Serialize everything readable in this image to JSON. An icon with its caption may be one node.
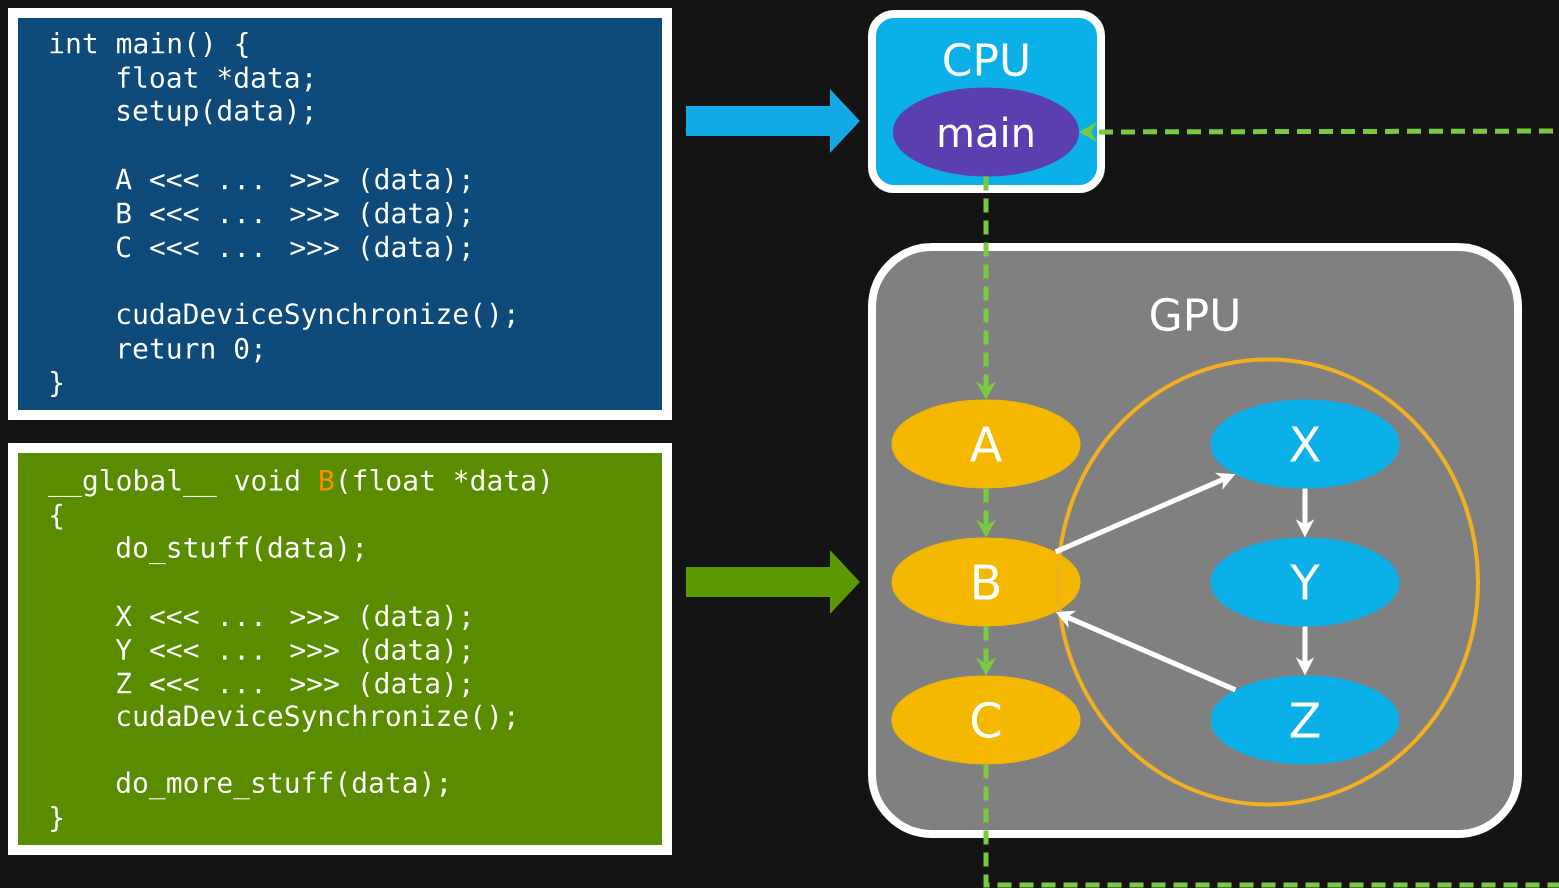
{
  "diagram": {
    "nodes": [
      {
        "text": [
          "int main() {",
          "float *data;",
          "setup(data);",
          "A <<< ... >>> (data);",
          "B <<< ... >>> (data);",
          "C <<< ... >>> (data);",
          "cudaDeviceSynchronize();",
          "return 0;",
          "}"
        ]
      },
      {
        "text": [
          "__global__ void",
          "B",
          "(float *data)",
          "{",
          "do_stuff(data);",
          "X <<< ... >>> (data);",
          "Y <<< ... >>> (data);",
          "Z <<< ... >>> (data);",
          "cudaDeviceSynchronize();",
          "do_more_stuff(data);",
          "}"
        ]
      },
      {
        "text": [
          "CPU"
        ]
      },
      {
        "text": [
          "main"
        ],
        "in": 2
      },
      {
        "text": [
          "GPU"
        ]
      },
      {
        "text": [
          "A"
        ],
        "in": 4
      },
      {
        "text": [
          "B"
        ],
        "in": 4
      },
      {
        "text": [
          "C"
        ],
        "in": 4
      },
      {
        "text": [],
        "shape": "circle",
        "in": 4
      },
      {
        "text": [
          "X"
        ],
        "in": 8
      },
      {
        "text": [
          "Y"
        ],
        "in": 8
      },
      {
        "text": [
          "Z"
        ],
        "in": 8
      }
    ],
    "edges": [
      {
        "from": 0,
        "to": 2,
        "arrow": "to",
        "style": "thick",
        "color": "#12a9e6"
      },
      {
        "from": 1,
        "to": 4,
        "arrow": "to",
        "style": "thick",
        "color": "#5a9a00"
      },
      {
        "from": 3,
        "to": 5,
        "arrow": "to",
        "style": "dashed",
        "color": "#7ac943"
      },
      {
        "from": 5,
        "to": 6,
        "arrow": "to",
        "style": "dashed",
        "color": "#7ac943"
      },
      {
        "from": 6,
        "to": 7,
        "arrow": "to",
        "style": "dashed",
        "color": "#7ac943"
      },
      {
        "from": 7,
        "to": null,
        "arrow": "none",
        "style": "dashed",
        "color": "#7ac943"
      },
      {
        "from": null,
        "to": 3,
        "arrow": "to",
        "style": "dashed",
        "color": "#7ac943"
      },
      {
        "from": 6,
        "to": 9,
        "arrow": "to",
        "color": "#ffffff"
      },
      {
        "from": 9,
        "to": 10,
        "arrow": "to",
        "color": "#ffffff"
      },
      {
        "from": 10,
        "to": 11,
        "arrow": "to",
        "color": "#ffffff"
      },
      {
        "from": 11,
        "to": 6,
        "arrow": "to",
        "color": "#ffffff"
      }
    ]
  }
}
